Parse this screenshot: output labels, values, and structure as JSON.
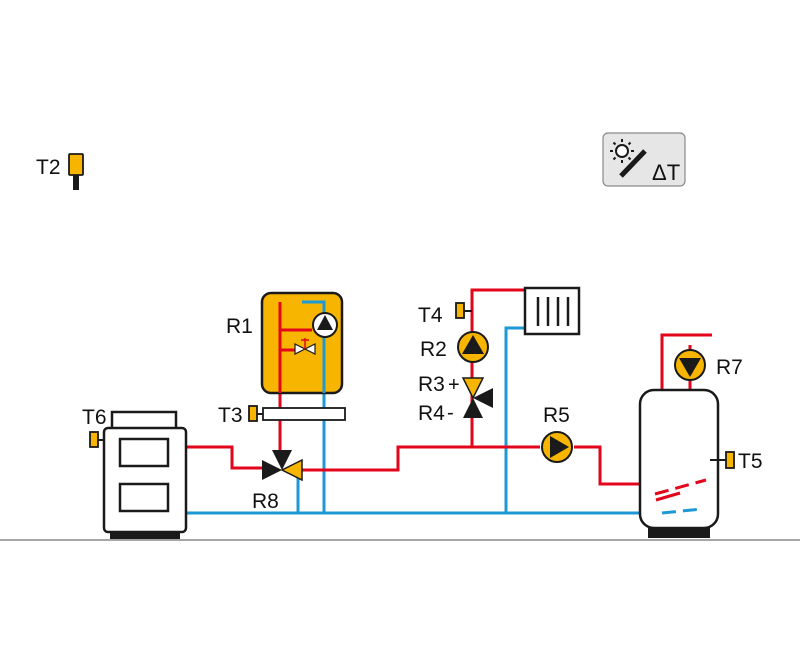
{
  "diagram": {
    "labels": {
      "t2": "T2",
      "t3": "T3",
      "t4": "T4",
      "t5": "T5",
      "t6": "T6",
      "r1": "R1",
      "r2": "R2",
      "r3": "R3",
      "r4": "R4",
      "r5": "R5",
      "r7": "R7",
      "r8": "R8",
      "r3_sign": "+",
      "r4_sign": "-"
    },
    "mode_button": {
      "icon": "solar-delta-t-icon",
      "text": "ΔT"
    },
    "colors": {
      "hot": "#e3061b",
      "cold": "#1d9ad6",
      "sensor": "#f7b500",
      "button_bg": "#e6e6e6"
    }
  }
}
